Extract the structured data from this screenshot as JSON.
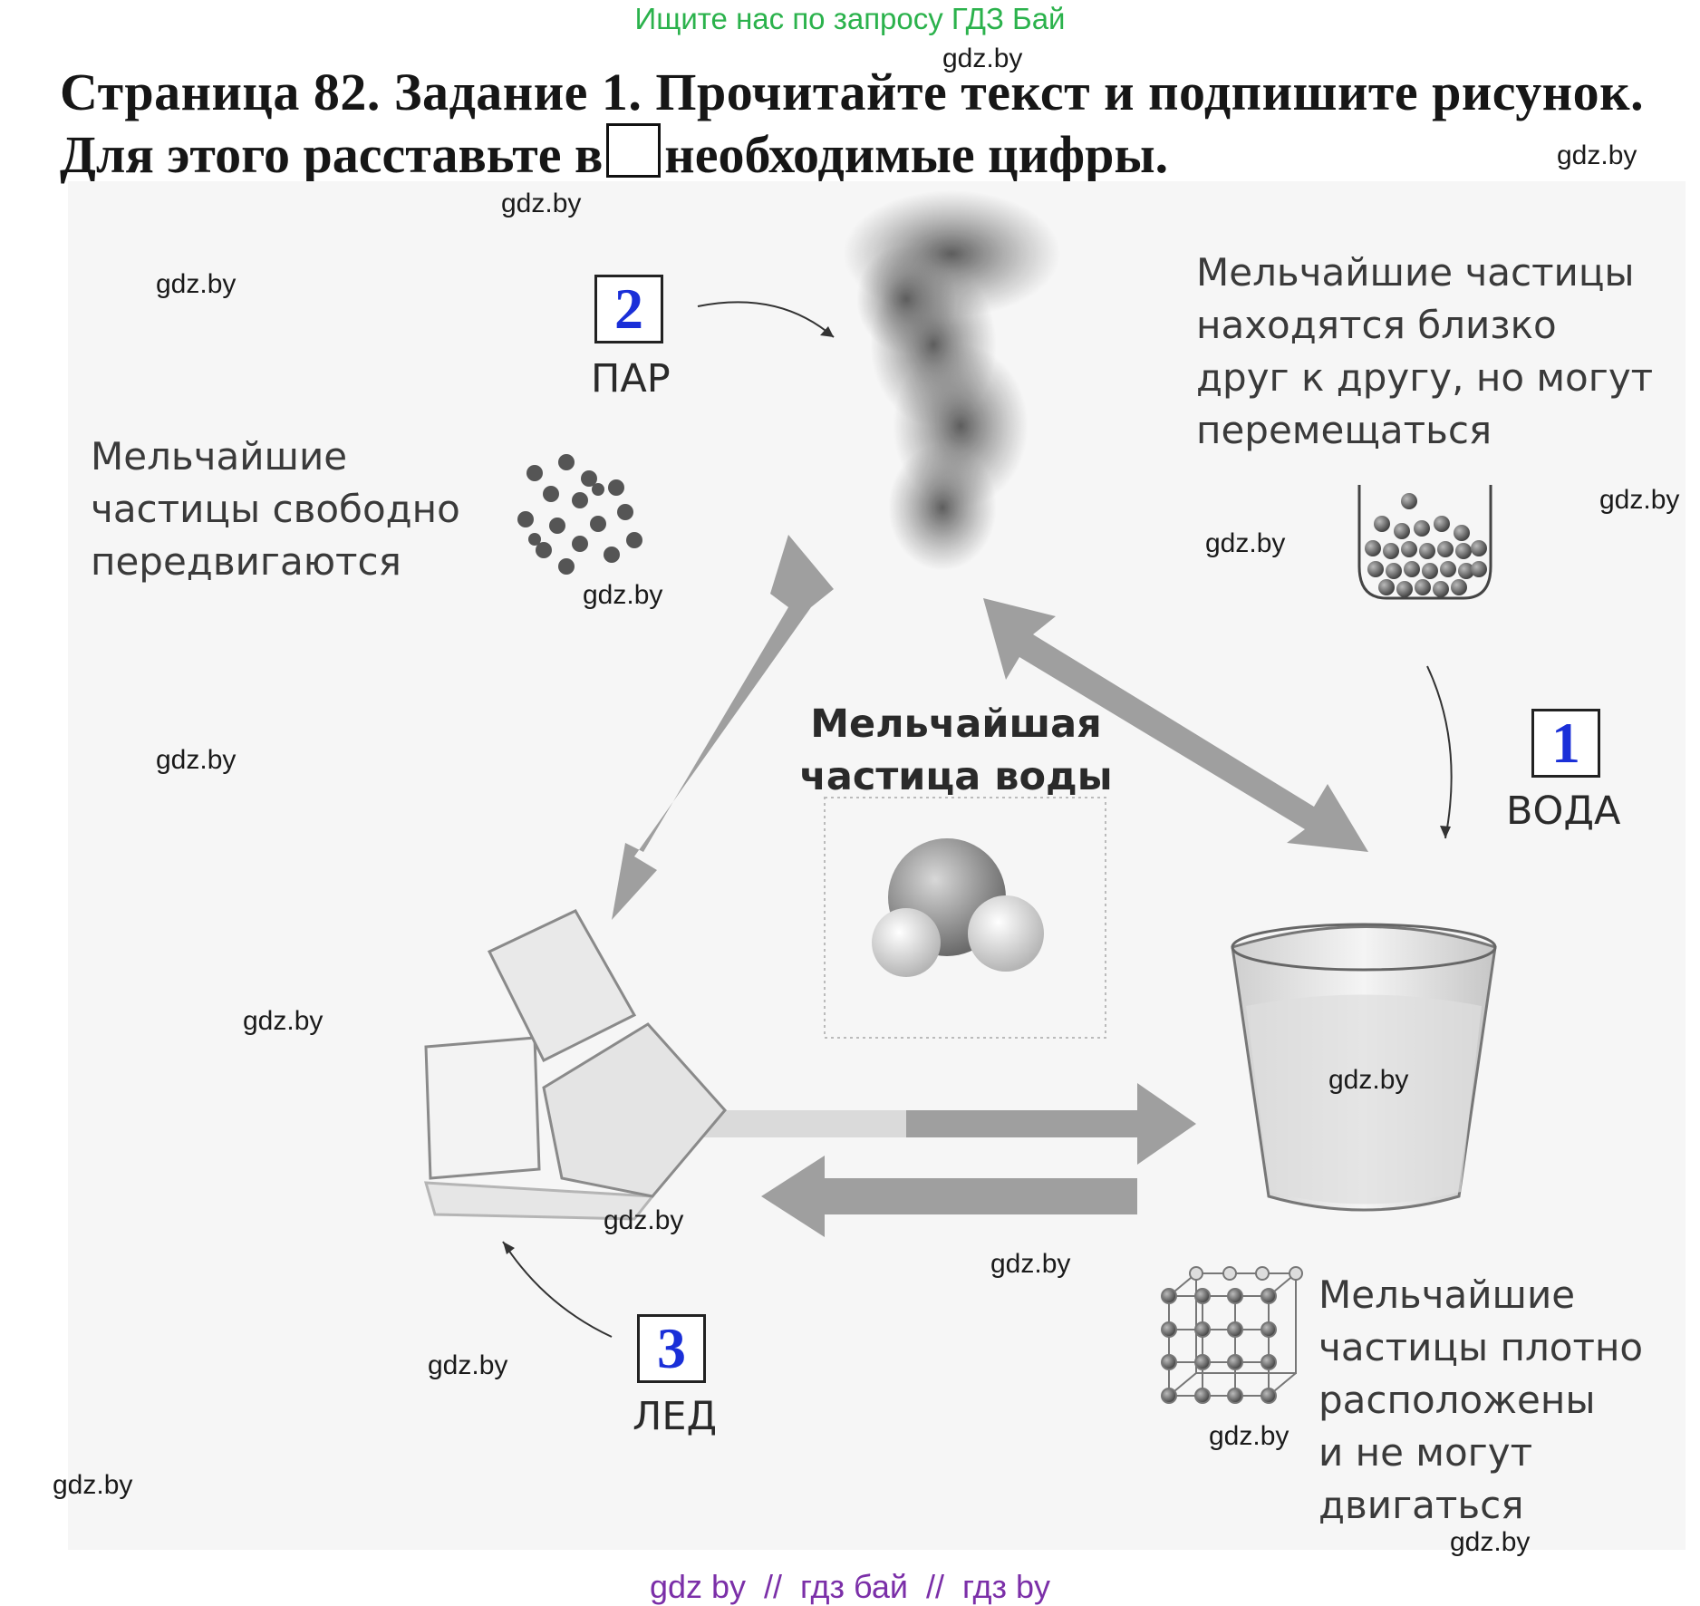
{
  "banner": "Ищите нас по запросу ГДЗ Бай",
  "title": {
    "line1": "Страница 82. Задание 1. Прочитайте текст и подпишите рисунок.",
    "line2_before_box": "Для этого расставьте в",
    "line2_after_box": "необходимые цифры."
  },
  "watermark": "gdz.by",
  "descriptions": {
    "gas": [
      "Мельчайшие",
      "частицы свободно",
      "передвигаются"
    ],
    "liquid": [
      "Мельчайшие частицы",
      "находятся близко",
      "друг к другу, но могут",
      "перемещаться"
    ],
    "solid": [
      "Мельчайшие",
      "частицы плотно",
      "расположены",
      "и не могут",
      "двигаться"
    ]
  },
  "center_label": [
    "Мельчайшая",
    "частица воды"
  ],
  "states": {
    "steam": {
      "number": "2",
      "label": "ПАР"
    },
    "water": {
      "number": "1",
      "label": "ВОДА"
    },
    "ice": {
      "number": "3",
      "label": "ЛЕД"
    }
  },
  "footer": "gdz by  //  гдз бай  //  гдз by",
  "colors": {
    "banner": "#2bb24c",
    "number": "#1a2fd8",
    "footer": "#7b2fa8"
  }
}
